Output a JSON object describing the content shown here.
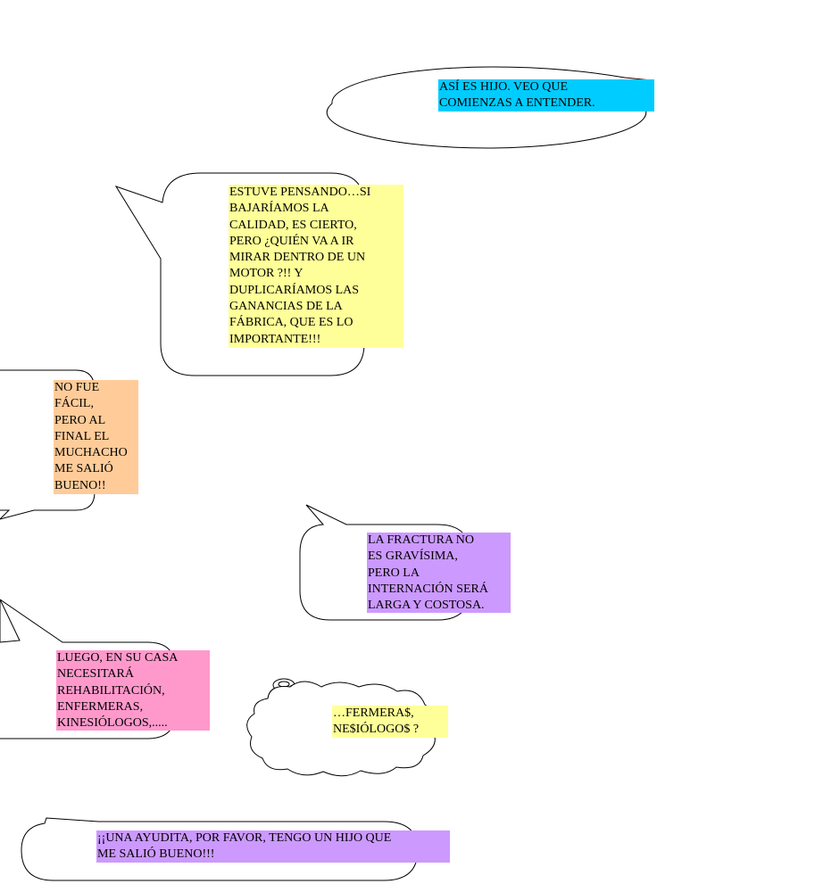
{
  "colors": {
    "cyan": "#00ccff",
    "yellow": "#ffff99",
    "orange": "#ffcc99",
    "purple": "#cc99ff",
    "pink": "#ff99cc"
  },
  "bubbles": [
    {
      "name": "bubble-oval-father",
      "text": "ASÍ ES HIJO. VEO QUE\nCOMIENZAS A ENTENDER.",
      "highlight": "cyan"
    },
    {
      "name": "bubble-son-thinking",
      "text": "ESTUVE PENSANDO…SI\nBAJARÍAMOS LA\nCALIDAD, ES CIERTO,\nPERO ¿QUIÉN VA A IR\nMIRAR DENTRO DE UN\nMOTOR ?!! Y\nDUPLICARÍAMOS LAS\nGANANCIAS DE LA\nFÁBRICA, QUE ES LO\nIMPORTANTE!!!",
      "highlight": "yellow"
    },
    {
      "name": "bubble-proud-father",
      "text": "NO FUE\nFÁCIL,\nPERO AL\nFINAL EL\nMUCHACHO\nME SALIÓ\nBUENO!!",
      "highlight": "orange"
    },
    {
      "name": "bubble-doctor-fracture",
      "text": "LA FRACTURA NO\nES GRAVÍSIMA,\nPERO  LA\nINTERNACIÓN SERÁ\nLARGA Y COSTOSA.",
      "highlight": "purple"
    },
    {
      "name": "bubble-doctor-rehab",
      "text": "LUEGO, EN SU CASA\nNECESITARÁ\nREHABILITACIÓN,\nENFERMERAS,\nKINESIÓLOGOS,.....",
      "highlight": "pink"
    },
    {
      "name": "bubble-thought-cloud",
      "text": "…FERMERA$,\nNE$IÓLOGO$ ?",
      "highlight": "yellow"
    },
    {
      "name": "bubble-plea",
      "text": "¡¡UNA AYUDITA, POR FAVOR, TENGO UN HIJO QUE\nME SALIÓ BUENO!!!",
      "highlight": "purple"
    }
  ]
}
